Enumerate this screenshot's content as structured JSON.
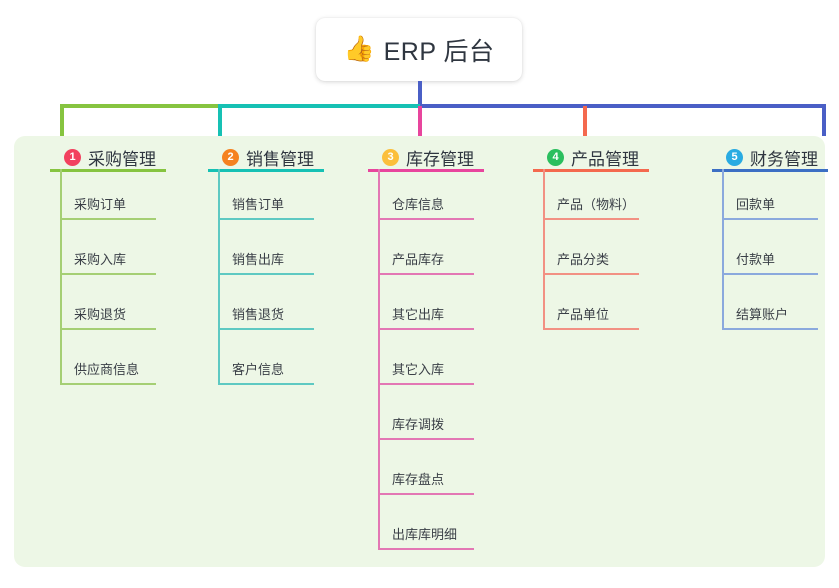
{
  "root": {
    "icon": "thumbs-up-emoji",
    "icon_glyph": "👍",
    "title": "ERP 后台"
  },
  "theme": {
    "canvas_bg": "#ffffff",
    "panel_bg": "#edf7e6",
    "root_stem": "#4a5fc6",
    "text": "#2f3640"
  },
  "columns": [
    {
      "number": "1",
      "title": "采购管理",
      "badge_color": "#f2415f",
      "rule_color": "#86c440",
      "line_color": "#a5cf74",
      "items": [
        "采购订单",
        "采购入库",
        "采购退货",
        "供应商信息"
      ]
    },
    {
      "number": "2",
      "title": "销售管理",
      "badge_color": "#f58220",
      "rule_color": "#16c1b4",
      "line_color": "#5ec9c2",
      "items": [
        "销售订单",
        "销售出库",
        "销售退货",
        "客户信息"
      ]
    },
    {
      "number": "3",
      "title": "库存管理",
      "badge_color": "#fbbf3c",
      "rule_color": "#e8459d",
      "line_color": "#e377b4",
      "items": [
        "仓库信息",
        "产品库存",
        "其它出库",
        "其它入库",
        "库存调拨",
        "库存盘点",
        "出库库明细"
      ]
    },
    {
      "number": "4",
      "title": "产品管理",
      "badge_color": "#2bbf5e",
      "rule_color": "#f4694e",
      "line_color": "#f29183",
      "items": [
        "产品（物料）",
        "产品分类",
        "产品单位"
      ]
    },
    {
      "number": "5",
      "title": "财务管理",
      "badge_color": "#29abe2",
      "rule_color": "#3c6fc4",
      "line_color": "#8ba9dd",
      "items": [
        "回款单",
        "付款单",
        "结算账户"
      ]
    }
  ]
}
